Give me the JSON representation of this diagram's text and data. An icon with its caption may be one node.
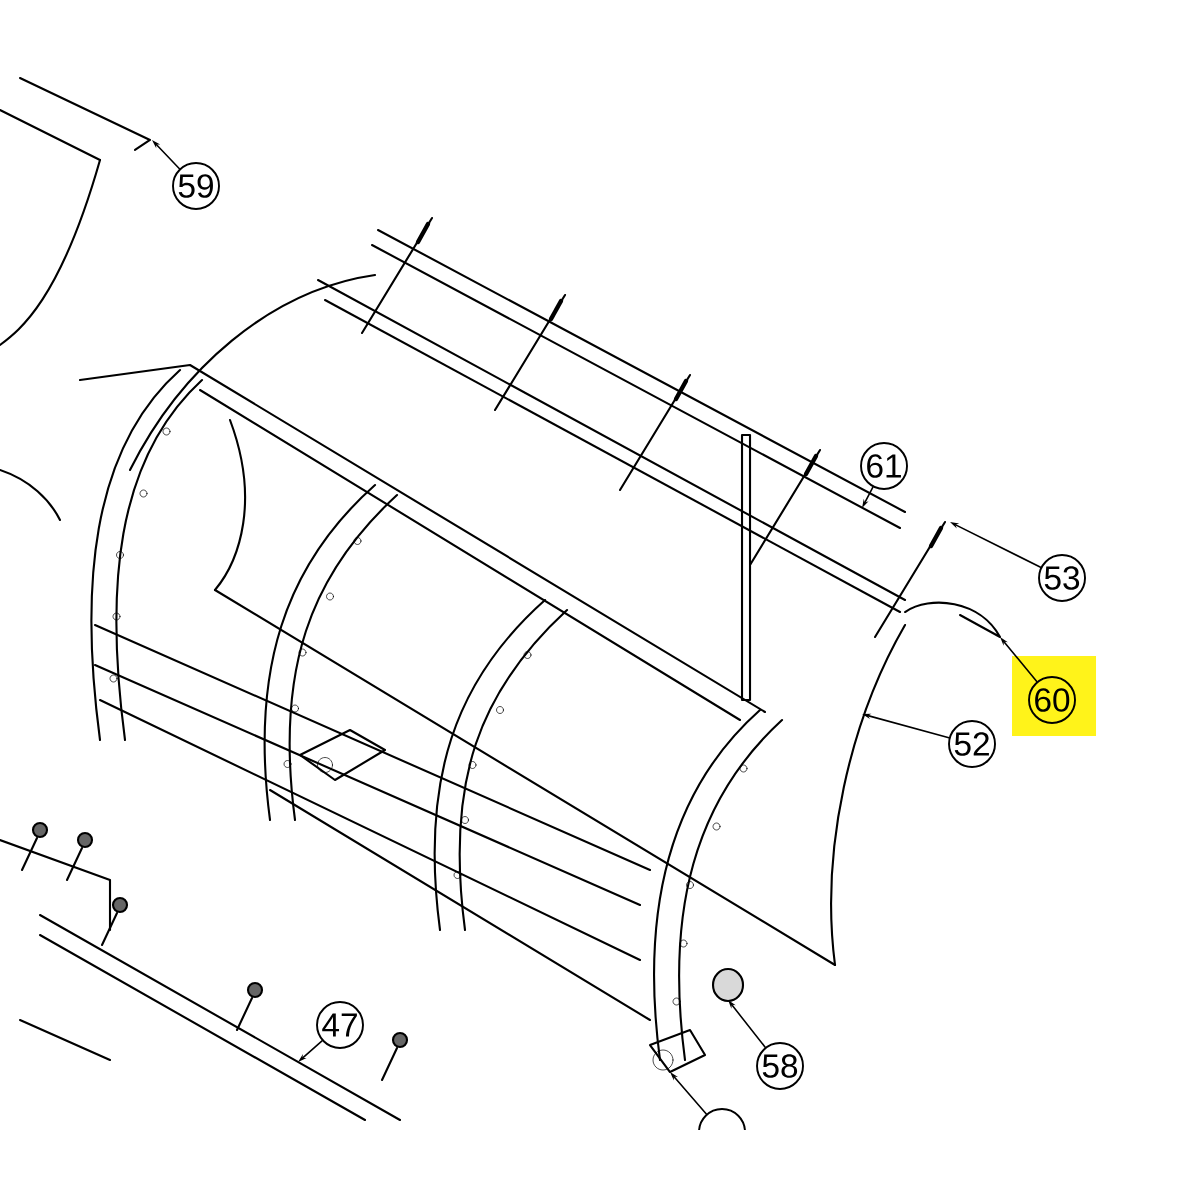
{
  "diagram": {
    "nodes": [
      {
        "text": [
          "59"
        ]
      },
      {
        "text": [
          "61"
        ]
      },
      {
        "text": [
          "53"
        ]
      },
      {
        "text": [
          "60"
        ]
      },
      {
        "text": [
          "52"
        ]
      },
      {
        "text": [
          "47"
        ]
      },
      {
        "text": [
          "58"
        ]
      },
      {
        "text": [],
        "shape": "circle"
      }
    ],
    "edges": [
      {
        "from": 0,
        "to": null,
        "arrow": "to"
      },
      {
        "from": 1,
        "to": null,
        "arrow": "to"
      },
      {
        "from": 2,
        "to": null,
        "arrow": "to"
      },
      {
        "from": 3,
        "to": null,
        "arrow": "to"
      },
      {
        "from": 4,
        "to": null,
        "arrow": "to"
      },
      {
        "from": 5,
        "to": null,
        "arrow": "to"
      },
      {
        "from": 6,
        "to": null,
        "arrow": "to"
      },
      {
        "from": 7,
        "to": null,
        "arrow": "to"
      }
    ]
  }
}
